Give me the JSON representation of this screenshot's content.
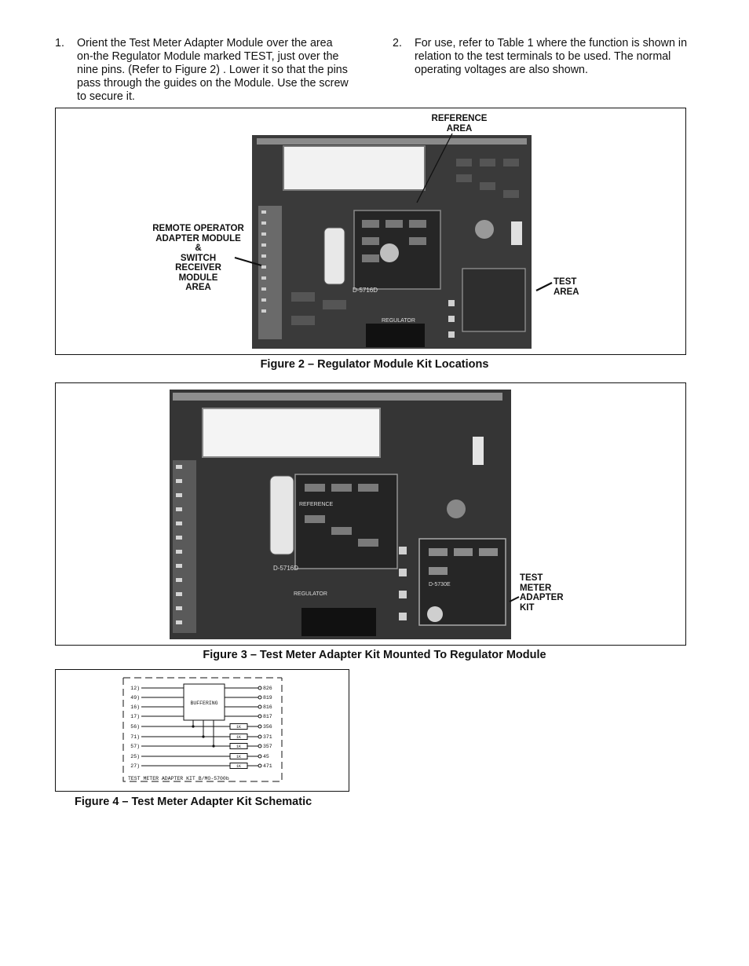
{
  "instructions": [
    {
      "number": "1.",
      "text": "Orient the Test Meter Adapter Module over the area on-the Regulator Module marked TEST, just over the nine pins. (Refer to Figure 2) . Lower it so that the pins pass through the guides on the Module. Use the screw to secure it."
    },
    {
      "number": "2.",
      "text": "For use, refer to Table 1 where the function is shown in relation to the test terminals to be used. The normal operating voltages are also shown."
    }
  ],
  "figure2": {
    "caption": "Figure 2 – Regulator Module Kit Locations",
    "callouts": {
      "reference": [
        "REFERENCE",
        "AREA"
      ],
      "remote": [
        "REMOTE OPERATOR",
        "ADAPTER MODULE",
        "&",
        "SWITCH",
        "RECEIVER",
        "MODULE",
        "AREA"
      ],
      "test": [
        "TEST",
        "AREA"
      ]
    },
    "board_labels": {
      "part": "D-5716D",
      "regulator": "REGULATOR"
    }
  },
  "figure3": {
    "caption": "Figure 3 – Test Meter Adapter Kit Mounted To Regulator Module",
    "callout": [
      "TEST",
      "METER",
      "ADAPTER",
      "KIT"
    ],
    "board_labels": {
      "reference": "REFERENCE",
      "part": "D-5716D",
      "regulator": "REGULATOR",
      "adapter_part": "D-5730E"
    }
  },
  "figure4": {
    "caption": "Figure 4 – Test Meter Adapter Kit Schematic",
    "block_label": "BUFFERING",
    "inputs": [
      "12",
      "49",
      "16",
      "17",
      "56",
      "71",
      "57",
      "25",
      "27"
    ],
    "outputs": [
      "826",
      "819",
      "816",
      "817",
      "356",
      "371",
      "357",
      "45",
      "471"
    ],
    "resistors": [
      "1K",
      "1K",
      "1K",
      "1K",
      "1K"
    ],
    "footer": "TEST METER ADAPTER KIT B/MO-5700b"
  },
  "colors": {
    "ink": "#111111",
    "board_dark": "#2a2a2a",
    "board_mid": "#5a5a5a"
  }
}
